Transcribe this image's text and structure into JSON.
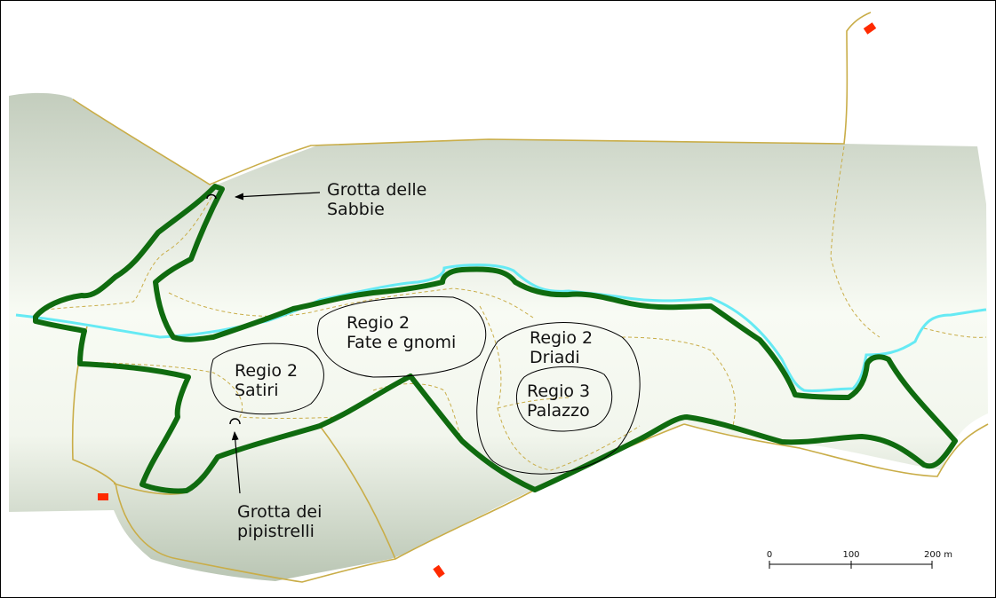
{
  "labels": {
    "grotta_sabbie": [
      "Grotta delle",
      "Sabbie"
    ],
    "grotta_pipistrelli": [
      "Grotta dei",
      "pipistrelli"
    ],
    "regio_satiri": [
      "Regio 2",
      "Satiri"
    ],
    "regio_fate": [
      "Regio 2",
      "Fate e gnomi"
    ],
    "regio_driadi": [
      "Regio 2",
      "Driadi"
    ],
    "regio_palazzo": [
      "Regio 3",
      "Palazzo"
    ]
  },
  "scale_bar": {
    "ticks": [
      "0",
      "100",
      "200 m"
    ]
  },
  "colors": {
    "terrain_light": "#f7faf3",
    "terrain_dark": "#c6d0c0",
    "trail_outline": "#0f6b0f",
    "stream": "#66eaf4",
    "road": "#c9ad48",
    "path_dashed": "#c9ad48",
    "building": "#ff2a00",
    "border": "#000000"
  }
}
